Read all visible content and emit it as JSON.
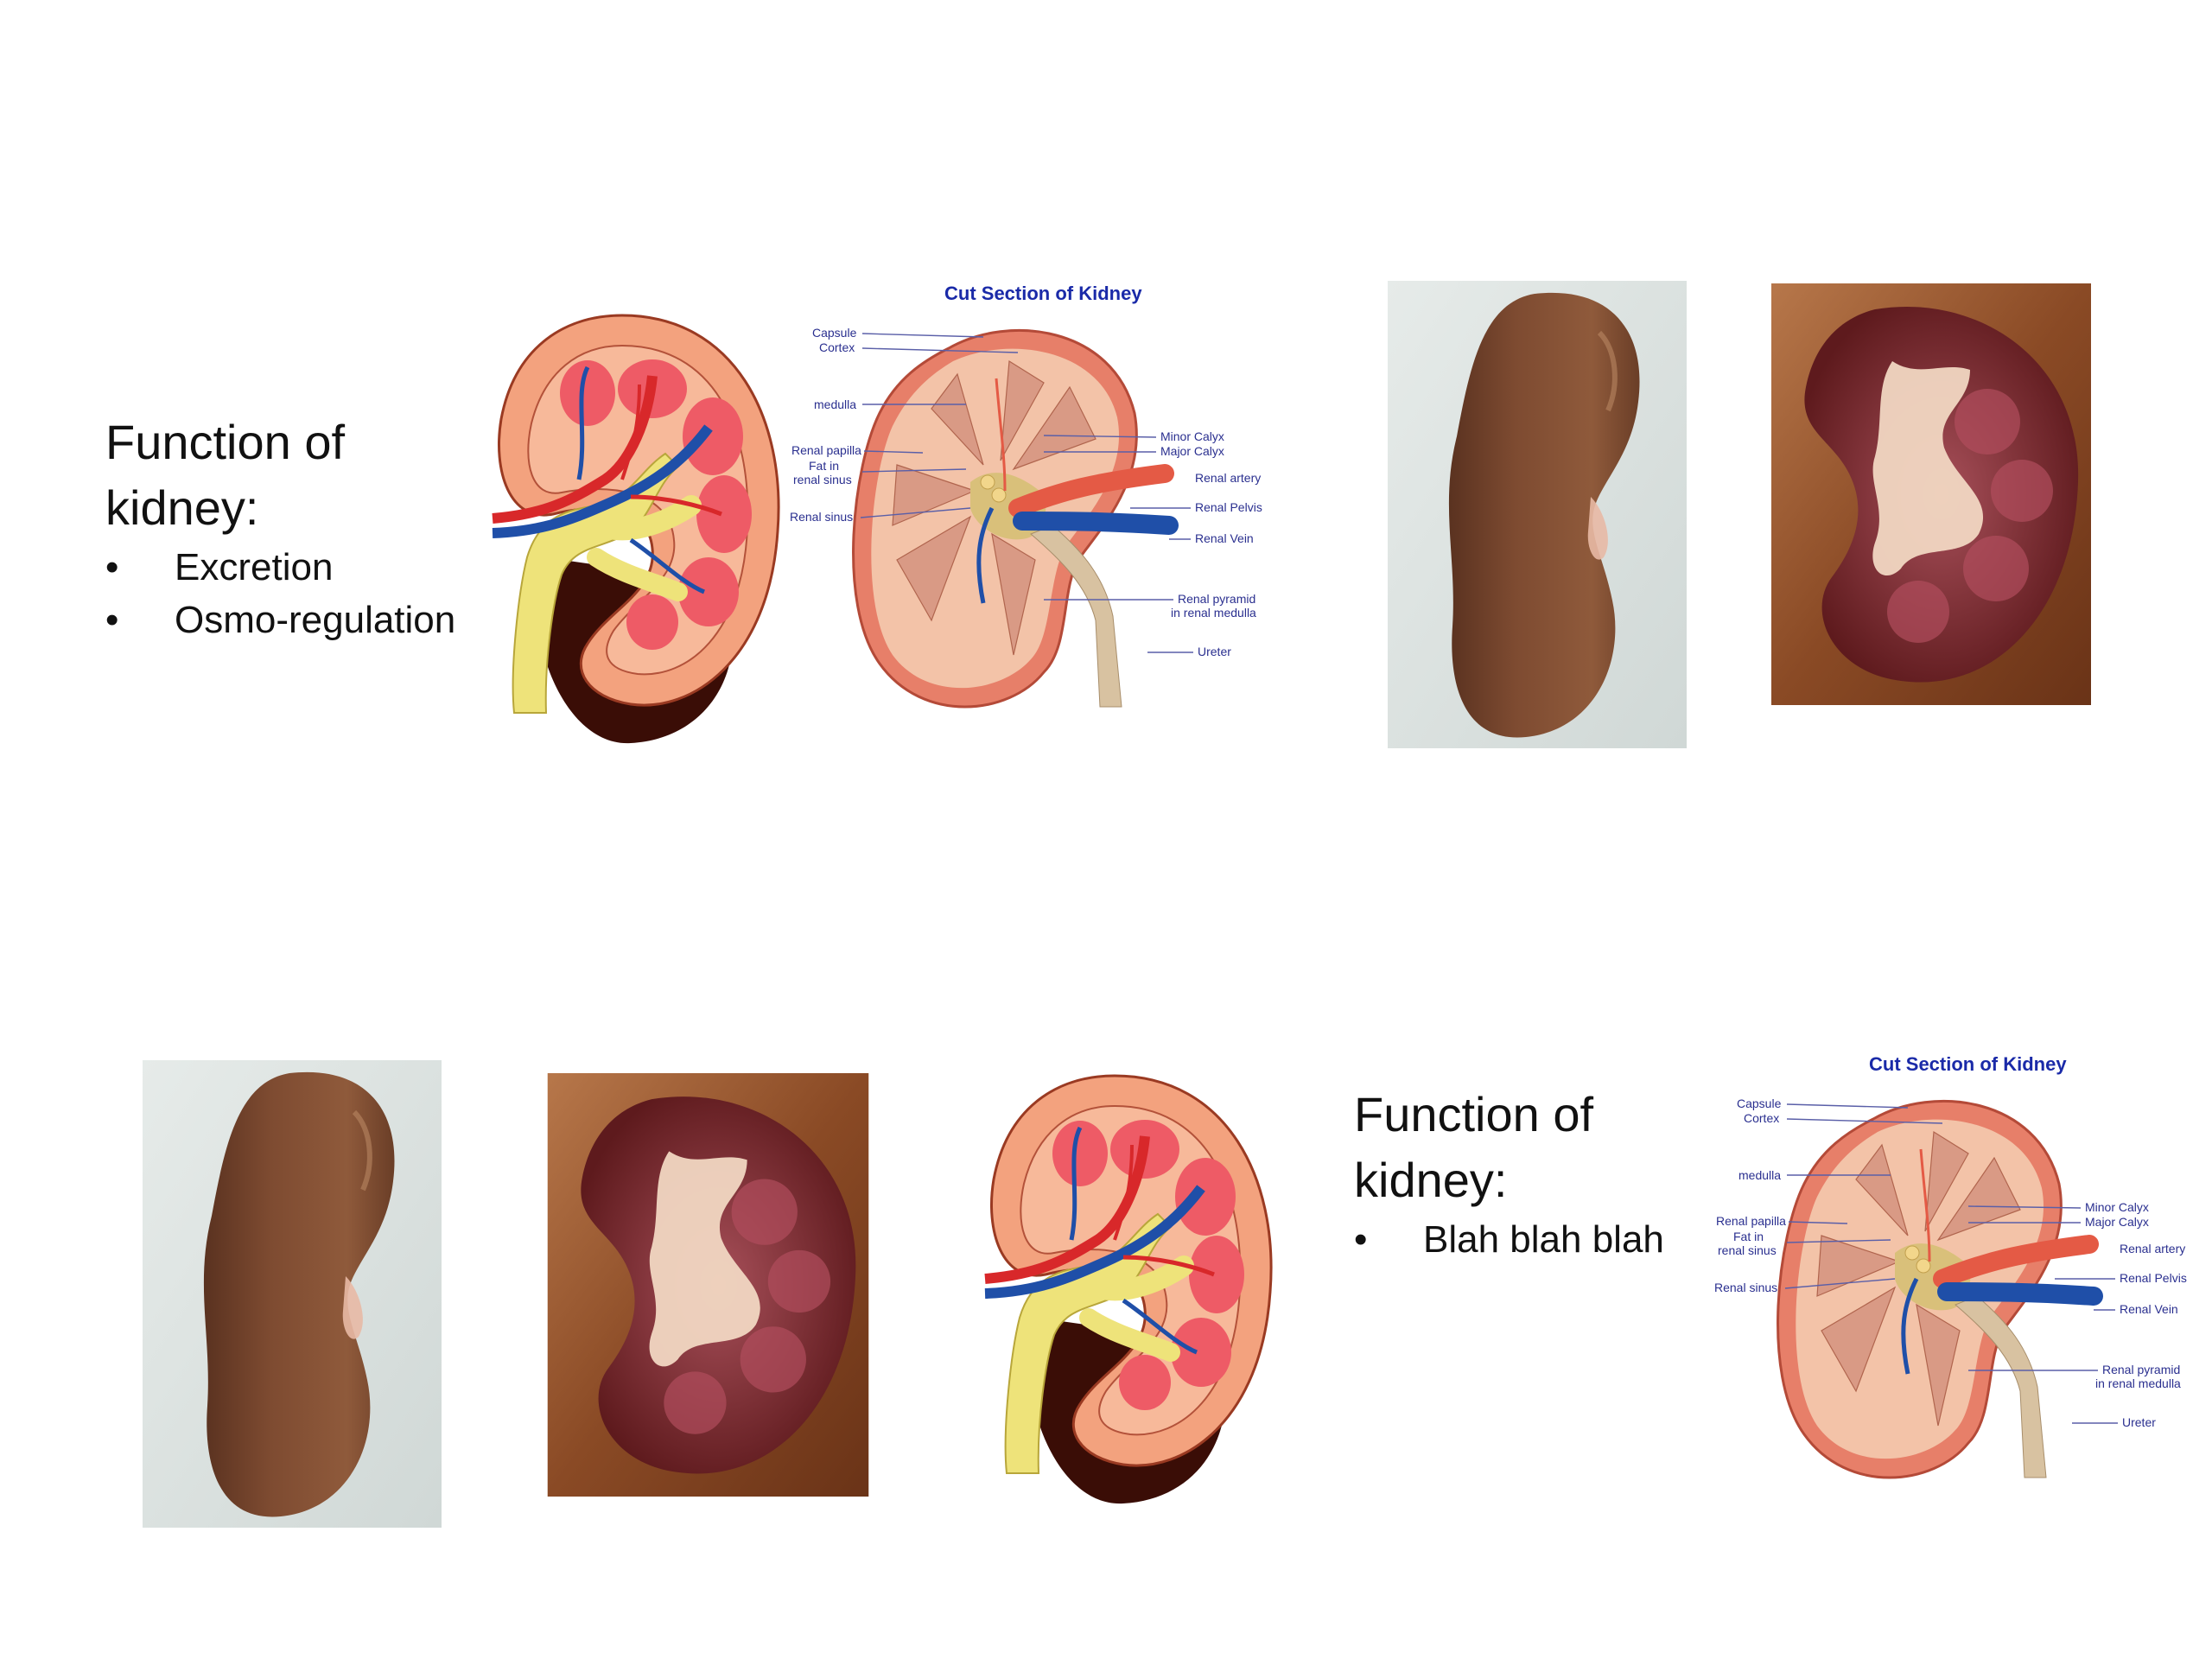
{
  "slides": [
    {
      "title_line1": "Function of",
      "title_line2": "kidney:",
      "bullets": [
        "Excretion",
        "Osmo-regulation"
      ]
    },
    {
      "title_line1": "Function of",
      "title_line2": "kidney:",
      "bullets": [
        "Blah  blah blah"
      ]
    }
  ],
  "cut_section": {
    "title": "Cut Section of  Kidney",
    "labels": {
      "capsule": "Capsule",
      "cortex": "Cortex",
      "medulla": "medulla",
      "renal_papilla": "Renal papilla",
      "fat_in_1": "Fat in",
      "fat_in_2": "renal sinus",
      "renal_sinus": "Renal sinus",
      "minor_calyx": "Minor Calyx",
      "major_calyx": "Major Calyx",
      "renal_artery": "Renal artery",
      "renal_pelvis": "Renal Pelvis",
      "renal_vein": "Renal Vein",
      "renal_pyramid_1": "Renal pyramid",
      "renal_pyramid_2": "in renal medulla",
      "ureter": "Ureter"
    }
  },
  "colors": {
    "kidney_brown": "#7a4a30",
    "cortex_pink": "#f2a08f",
    "pelvis_yellow": "#f1e27a",
    "artery_red": "#d8282a",
    "vein_blue": "#1f4fa8",
    "label_blue": "#1a2aa8"
  }
}
